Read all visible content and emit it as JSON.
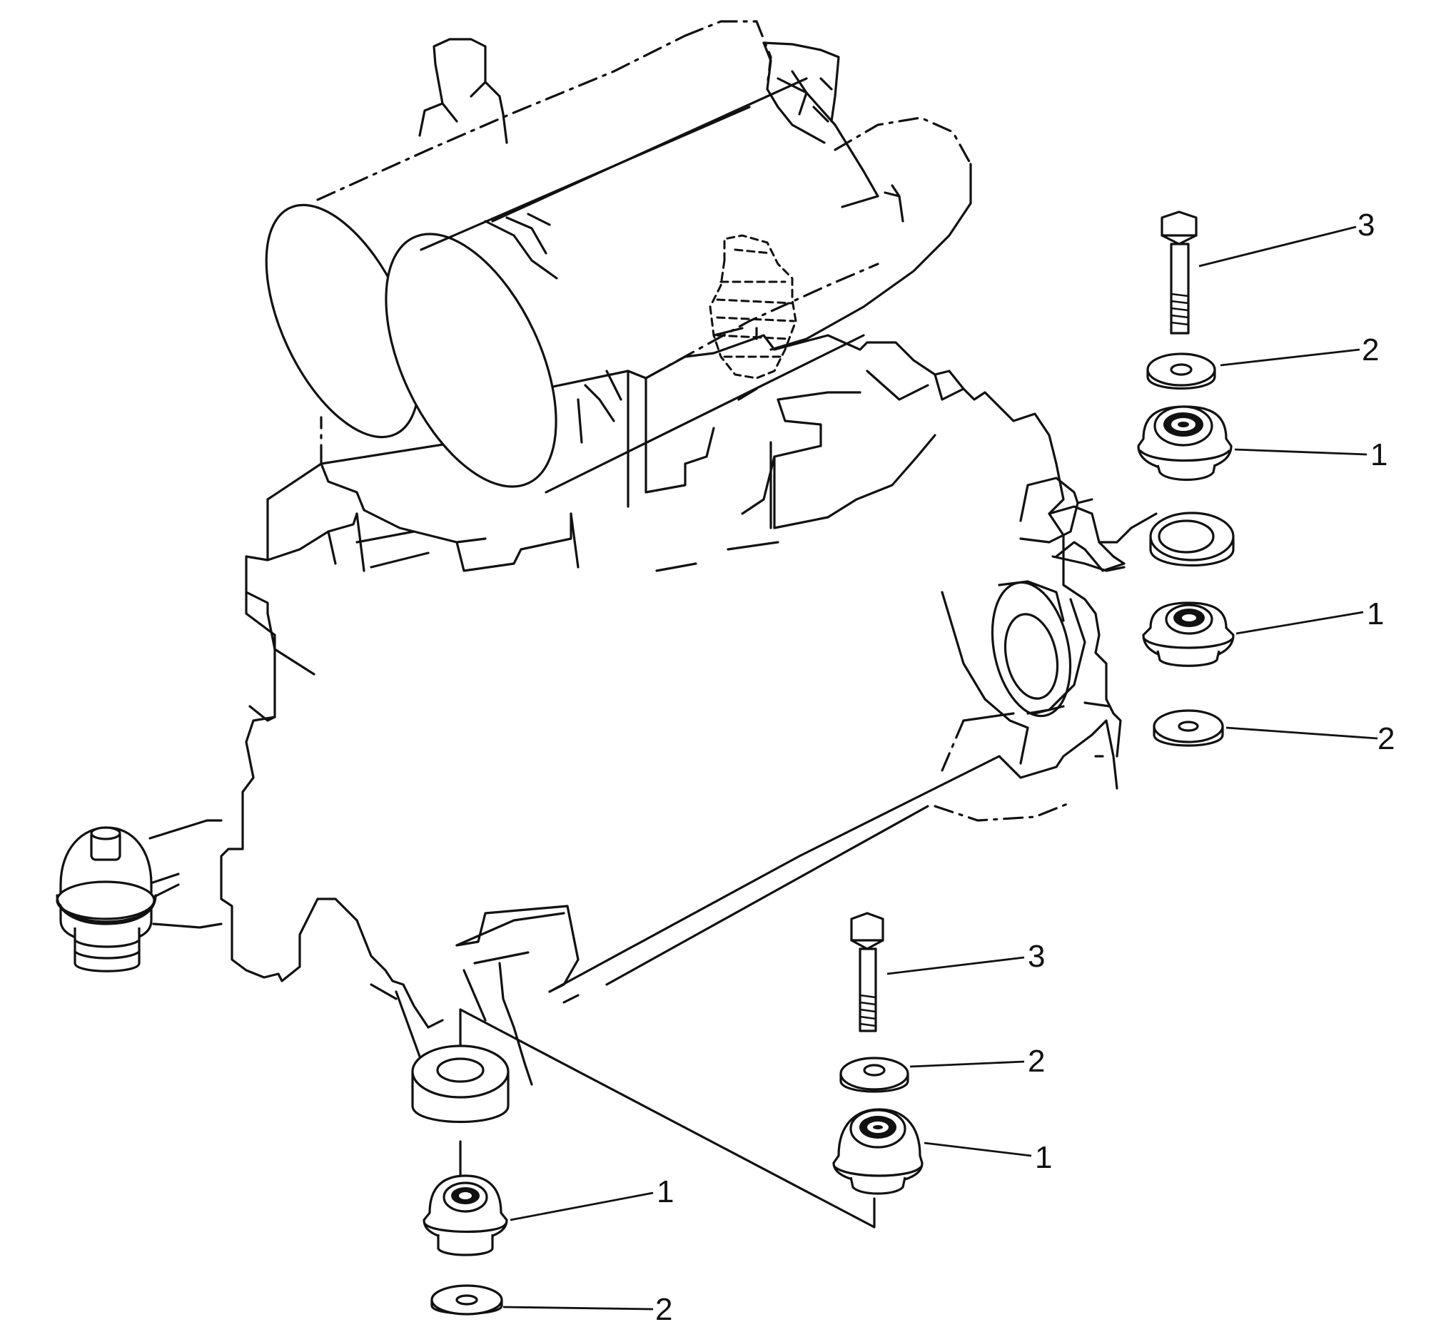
{
  "callouts": [
    {
      "id": "c1",
      "text": "3"
    },
    {
      "id": "c2",
      "text": "2"
    },
    {
      "id": "c3",
      "text": "1"
    },
    {
      "id": "c4",
      "text": "1"
    },
    {
      "id": "c5",
      "text": "2"
    },
    {
      "id": "c6",
      "text": "3"
    },
    {
      "id": "c7",
      "text": "2"
    },
    {
      "id": "c8",
      "text": "1"
    },
    {
      "id": "c9",
      "text": "1"
    },
    {
      "id": "c10",
      "text": "2"
    }
  ]
}
